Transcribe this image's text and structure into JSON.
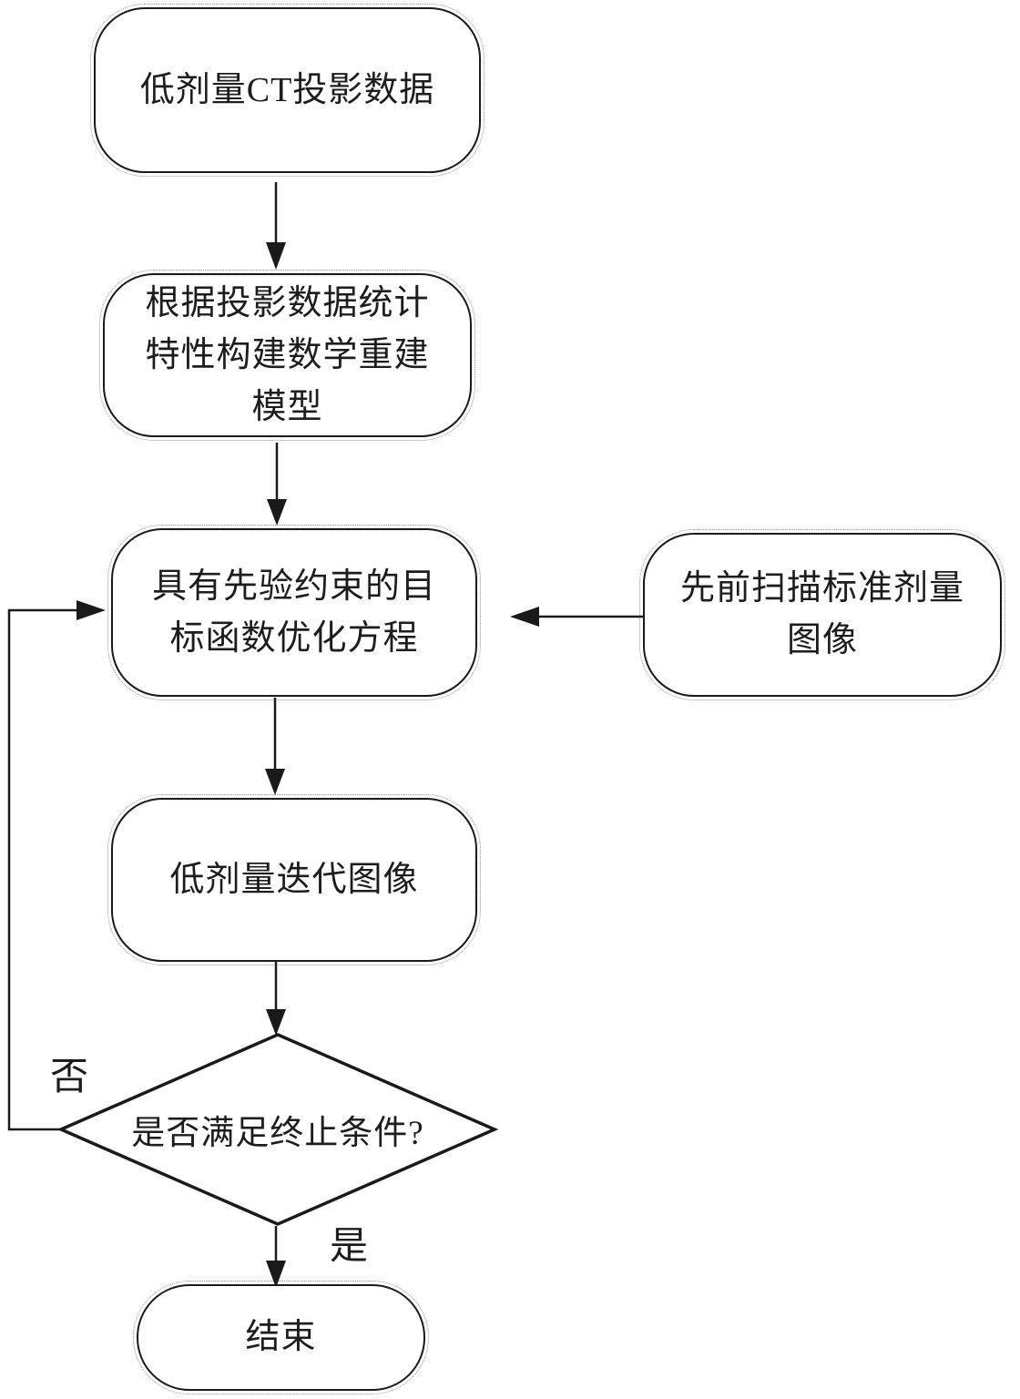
{
  "diagram": {
    "background": "#ffffff",
    "line_color": "#1a1a1a",
    "text_color": "#1d1d1d",
    "nodes": {
      "projection": {
        "label": "低剂量CT投影数据"
      },
      "model": {
        "label": "根据投影数据统计特性构建数学重建模型"
      },
      "objective": {
        "label": "具有先验约束的目标函数优化方程"
      },
      "prior": {
        "label": "先前扫描标准剂量图像"
      },
      "iterative": {
        "label": "低剂量迭代图像"
      },
      "decision": {
        "label": "是否满足终止条件?"
      },
      "end": {
        "label": "结束"
      }
    },
    "edge_labels": {
      "no": "否",
      "yes": "是"
    }
  }
}
